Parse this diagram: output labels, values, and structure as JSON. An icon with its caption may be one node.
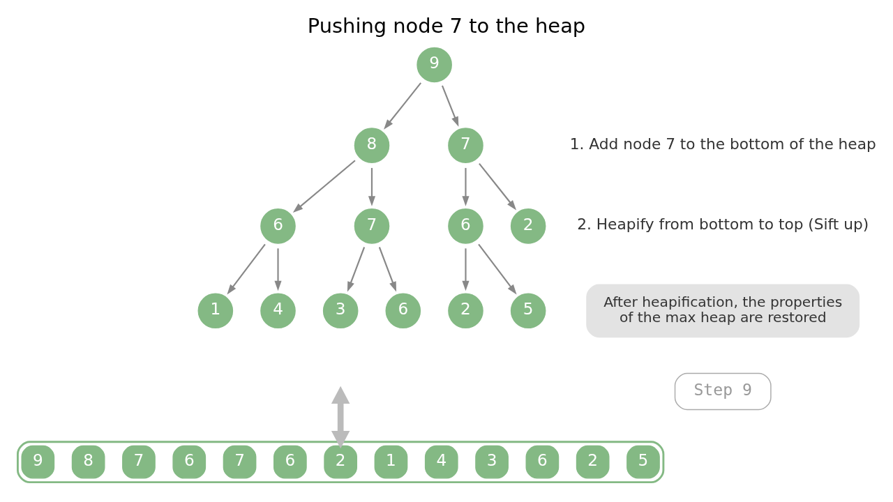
{
  "diagram": {
    "title": "Pushing node 7 to the heap",
    "nodes": [
      {
        "text": [
          "9"
        ]
      },
      {
        "text": [
          "8"
        ]
      },
      {
        "text": [
          "7"
        ]
      },
      {
        "text": [
          "6"
        ]
      },
      {
        "text": [
          "7"
        ]
      },
      {
        "text": [
          "6"
        ]
      },
      {
        "text": [
          "2"
        ]
      },
      {
        "text": [
          "1"
        ]
      },
      {
        "text": [
          "4"
        ]
      },
      {
        "text": [
          "3"
        ]
      },
      {
        "text": [
          "6"
        ]
      },
      {
        "text": [
          "2"
        ]
      },
      {
        "text": [
          "5"
        ]
      },
      {
        "text": [],
        "shape": "box"
      },
      {
        "text": [
          "9"
        ],
        "in": 13
      },
      {
        "text": [
          "8"
        ],
        "in": 13
      },
      {
        "text": [
          "7"
        ],
        "in": 13
      },
      {
        "text": [
          "6"
        ],
        "in": 13
      },
      {
        "text": [
          "7"
        ],
        "in": 13
      },
      {
        "text": [
          "6"
        ],
        "in": 13
      },
      {
        "text": [
          "2"
        ],
        "in": 13
      },
      {
        "text": [
          "1"
        ],
        "in": 13
      },
      {
        "text": [
          "4"
        ],
        "in": 13
      },
      {
        "text": [
          "3"
        ],
        "in": 13
      },
      {
        "text": [
          "6"
        ],
        "in": 13
      },
      {
        "text": [
          "2"
        ],
        "in": 13
      },
      {
        "text": [
          "5"
        ],
        "in": 13
      },
      {
        "text": [
          "After heapification, the properties of the max heap are restored"
        ]
      },
      {
        "text": [
          "Step 9"
        ]
      }
    ],
    "edges": [
      {
        "from": 0,
        "to": 1,
        "arrow": "to"
      },
      {
        "from": 0,
        "to": 2,
        "arrow": "to"
      },
      {
        "from": 1,
        "to": 3,
        "arrow": "to"
      },
      {
        "from": 1,
        "to": 4,
        "arrow": "to"
      },
      {
        "from": 2,
        "to": 5,
        "arrow": "to"
      },
      {
        "from": 2,
        "to": 6,
        "arrow": "to"
      },
      {
        "from": 3,
        "to": 7,
        "arrow": "to"
      },
      {
        "from": 3,
        "to": 8,
        "arrow": "to"
      },
      {
        "from": 4,
        "to": 9,
        "arrow": "to"
      },
      {
        "from": 4,
        "to": 10,
        "arrow": "to"
      },
      {
        "from": 5,
        "to": 11,
        "arrow": "to"
      },
      {
        "from": 5,
        "to": 12,
        "arrow": "to"
      },
      {
        "from": null,
        "to": 13,
        "arrow": "both",
        "style": "thick",
        "color": "#bbbbbb"
      }
    ],
    "labels": [
      "1. Add node 7 to the bottom of the heap",
      "2. Heapify from bottom to top (Sift up)"
    ]
  }
}
